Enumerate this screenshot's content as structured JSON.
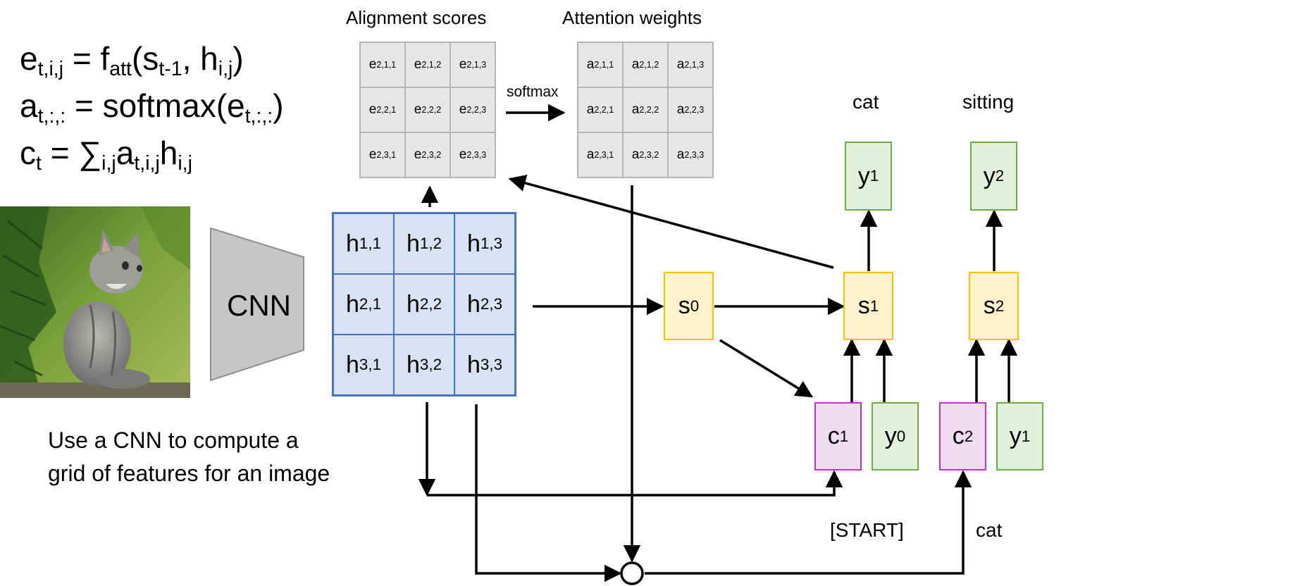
{
  "equations": [
    {
      "base": "e",
      "base_sub": "t,i,j",
      "rest": " = f",
      "rest_sub": "att",
      "tail": "(s",
      "tail_sub": "t-1",
      "tail2": ", h",
      "tail2_sub": "i,j",
      "end": ")"
    },
    {
      "base": "a",
      "base_sub": "t,:,:",
      "rest": " = softmax(e",
      "rest_sub": "t,:,:",
      "end": ")"
    },
    {
      "base": "c",
      "base_sub": "t",
      "rest": " = ∑",
      "rest_sub": "i,j",
      "tail": "a",
      "tail_sub": "t,i,j",
      "tail2": "h",
      "tail2_sub": "i,j"
    }
  ],
  "headers": {
    "alignment": "Alignment scores",
    "attention": "Attention weights"
  },
  "softmax_label": "softmax",
  "alignment_grid": {
    "letter": "e",
    "cells": [
      "2,1,1",
      "2,1,2",
      "2,1,3",
      "2,2,1",
      "2,2,2",
      "2,2,3",
      "2,3,1",
      "2,3,2",
      "2,3,3"
    ]
  },
  "attention_grid": {
    "letter": "a",
    "cells": [
      "2,1,1",
      "2,1,2",
      "2,1,3",
      "2,2,1",
      "2,2,2",
      "2,2,3",
      "2,3,1",
      "2,3,2",
      "2,3,3"
    ]
  },
  "feature_grid": {
    "letter": "h",
    "cells": [
      "1,1",
      "1,2",
      "1,3",
      "2,1",
      "2,2",
      "2,3",
      "3,1",
      "3,2",
      "3,3"
    ]
  },
  "cnn_label": "CNN",
  "caption": [
    "Use a CNN to compute a",
    "grid of features for an image"
  ],
  "nodes": {
    "s0": {
      "letter": "s",
      "sub": "0"
    },
    "s1": {
      "letter": "s",
      "sub": "1"
    },
    "s2": {
      "letter": "s",
      "sub": "2"
    },
    "y1_top": {
      "letter": "y",
      "sub": "1"
    },
    "y2_top": {
      "letter": "y",
      "sub": "2"
    },
    "c1": {
      "letter": "c",
      "sub": "1"
    },
    "y0": {
      "letter": "y",
      "sub": "0"
    },
    "c2": {
      "letter": "c",
      "sub": "2"
    },
    "y1_bottom": {
      "letter": "y",
      "sub": "1"
    }
  },
  "output_words": {
    "w1": "cat",
    "w2": "sitting"
  },
  "input_words": {
    "w1": "[START]",
    "w2": "cat"
  },
  "colors": {
    "feature_fill": "#d9e2f3",
    "feature_border": "#4472c4",
    "state_fill": "#fff2cc",
    "state_border": "#ffc000",
    "output_fill": "#e2efda",
    "output_border": "#70ad47",
    "context_fill": "#f2dcf0",
    "context_border": "#c035c0",
    "grid_fill": "#e6e6e6",
    "cnn_fill": "#c6c6c6"
  },
  "icons": {
    "photo": "cat-photo",
    "cnn": "cnn-trapezoid-icon",
    "sum": "combine-circle-icon"
  }
}
